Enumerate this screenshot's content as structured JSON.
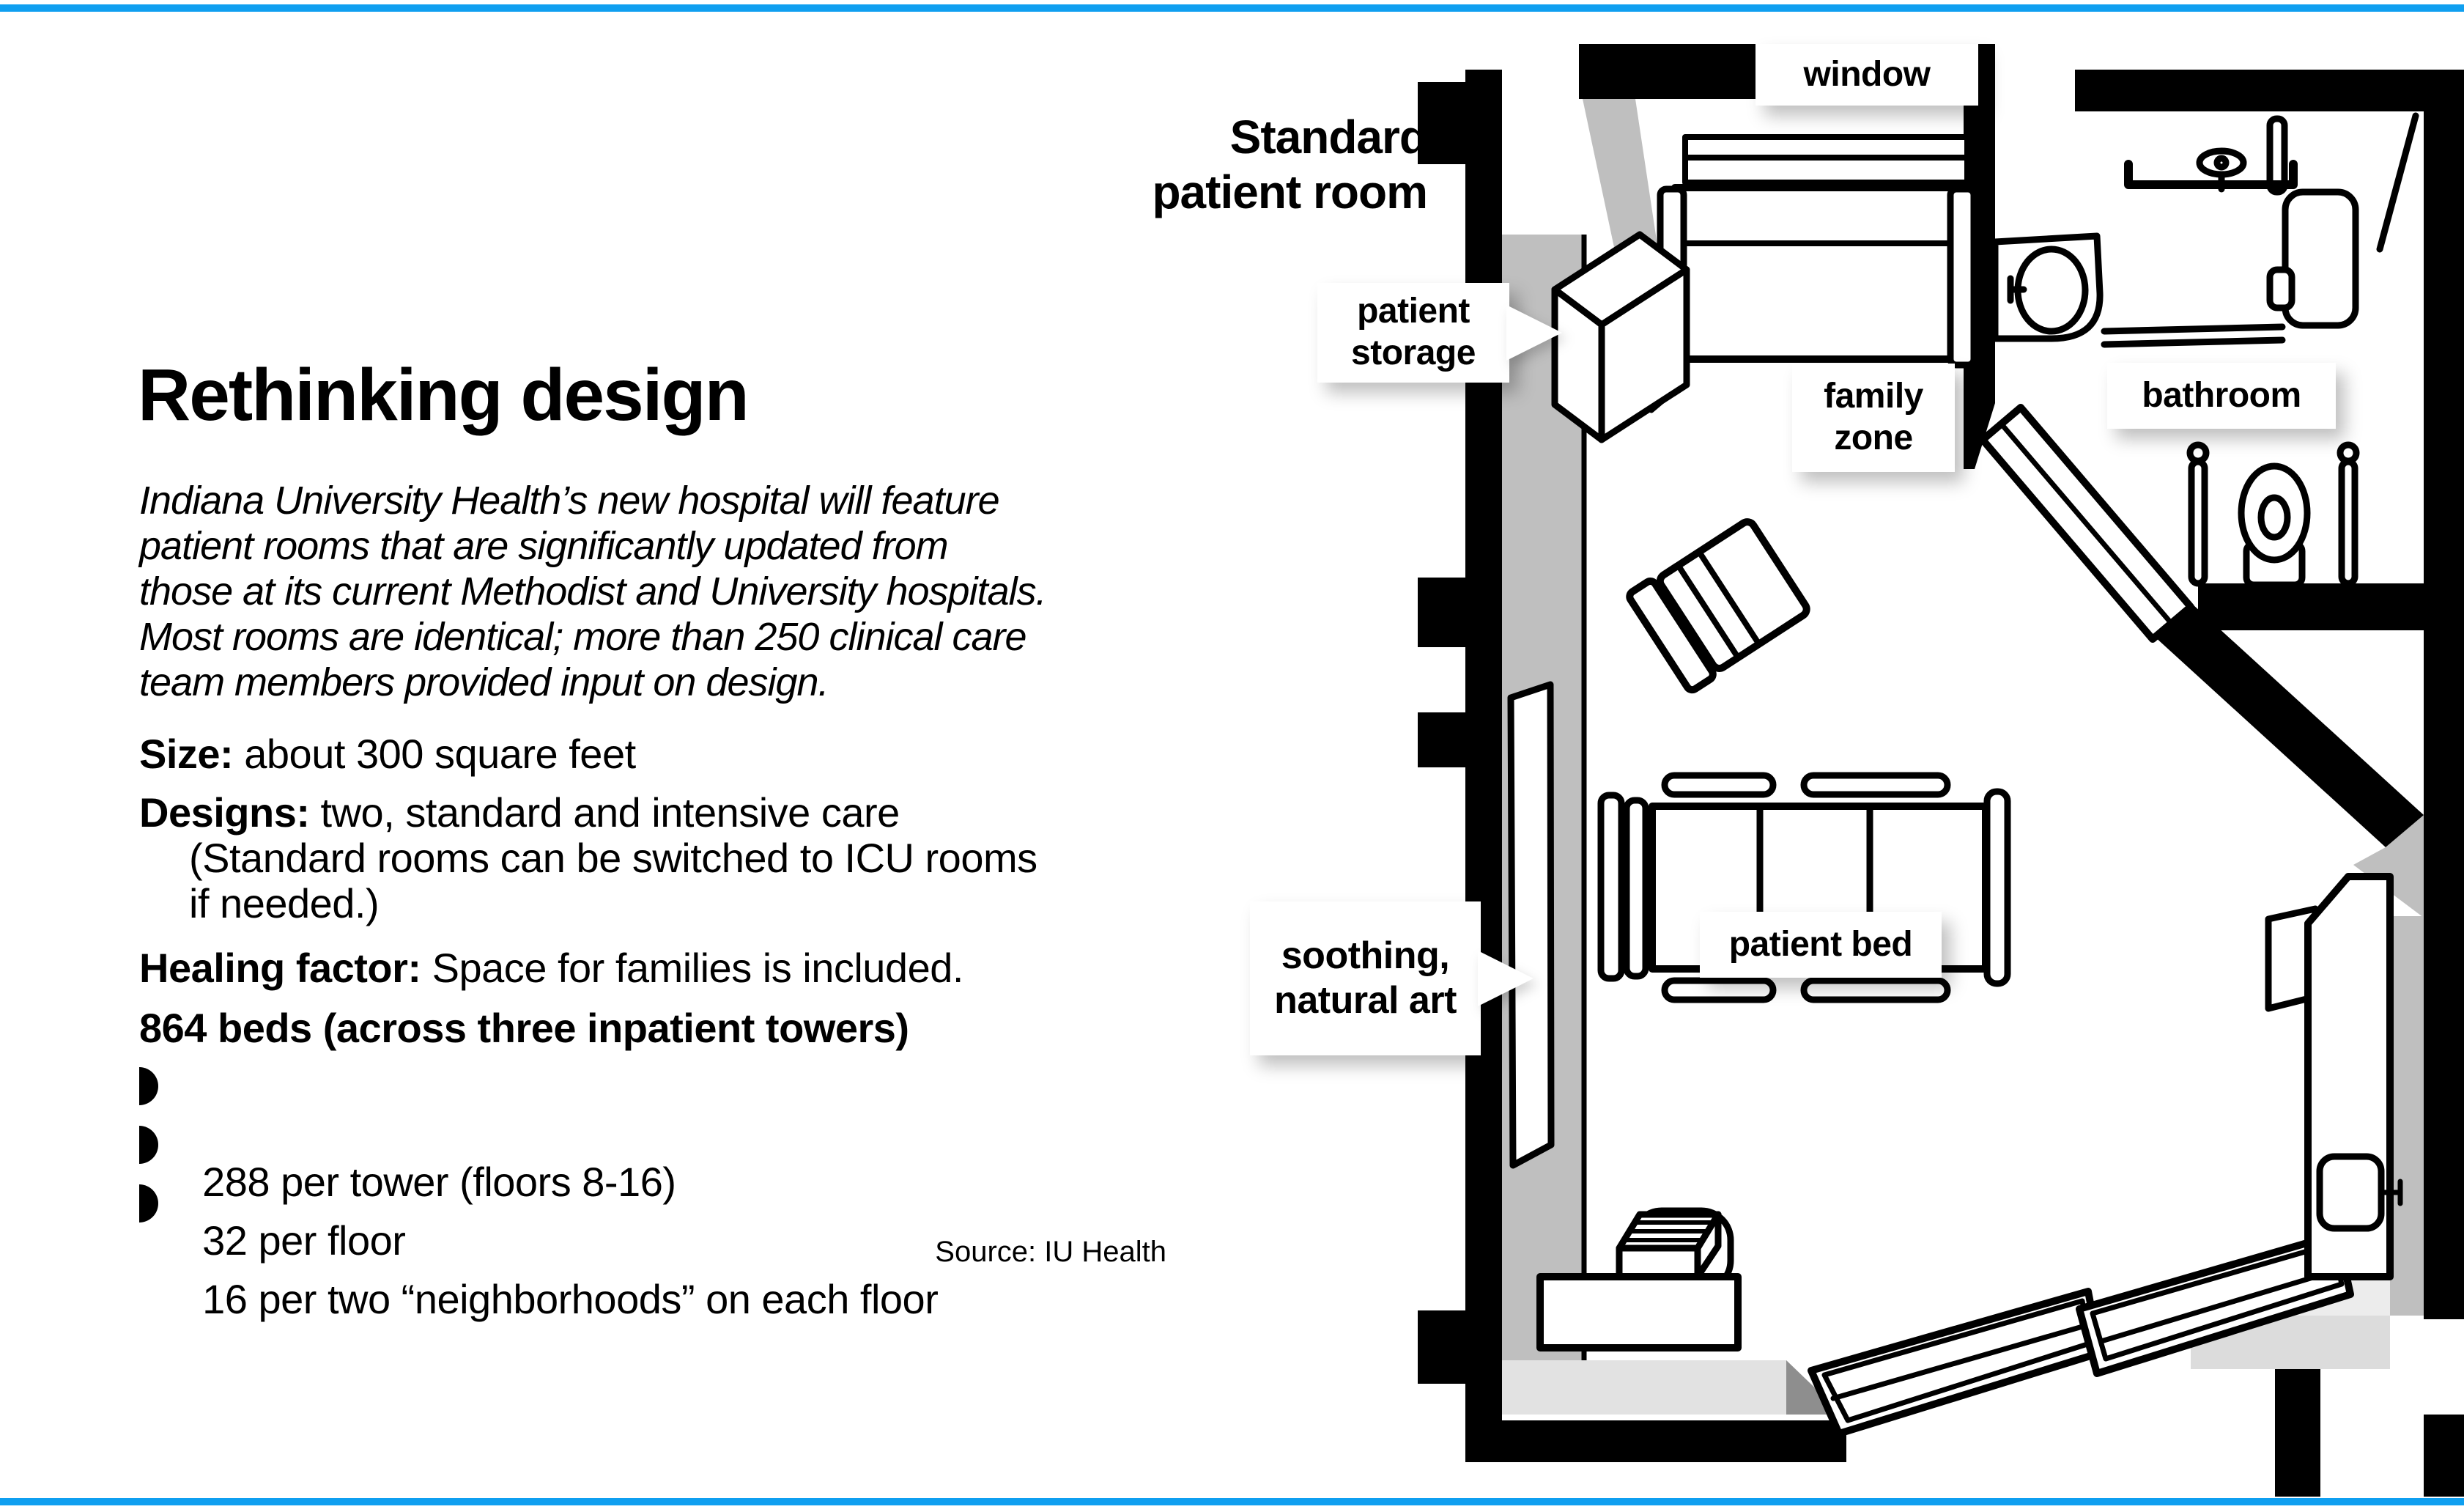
{
  "page": {
    "accent_color": "#0f9ff0",
    "wall_color": "#000000",
    "floor_shade_color": "#bfbfbf",
    "platform_shade_color": "#e2e2e2",
    "dark_shade_color": "#8e8e8e"
  },
  "article": {
    "title": "Rethinking design",
    "intro_lines": [
      "Indiana University Health’s new hospital will feature",
      "patient rooms that are significantly updated from",
      "those at its current Methodist and University hospitals.",
      "Most rooms are identical; more than 250 clinical care",
      "team members provided input on design."
    ],
    "facts": [
      {
        "bold": "Size:",
        "text": " about 300 square feet"
      },
      {
        "bold": "Designs:",
        "text": " two, standard and intensive care"
      },
      {
        "bold": "",
        "text": "(Standard rooms can be switched to ICU rooms"
      },
      {
        "bold": "",
        "text": "if needed.)"
      },
      {
        "bold": "Healing factor:",
        "text": " Space for families is included."
      },
      {
        "bold": "864 beds (across three inpatient towers)",
        "text": ""
      }
    ],
    "bullets": [
      "288 per tower (floors 8-16)",
      "32 per floor",
      "16 per two “neighborhoods” on each floor"
    ],
    "source": "Source: IU Health"
  },
  "plan": {
    "title_lines": [
      "Standard",
      "patient room"
    ],
    "labels": {
      "window": "window",
      "patient_storage_lines": [
        "patient",
        "storage"
      ],
      "family_zone_lines": [
        "family",
        "zone"
      ],
      "bathroom": "bathroom",
      "art_lines": [
        "soothing,",
        "natural art"
      ],
      "patient_bed": "patient bed"
    }
  }
}
